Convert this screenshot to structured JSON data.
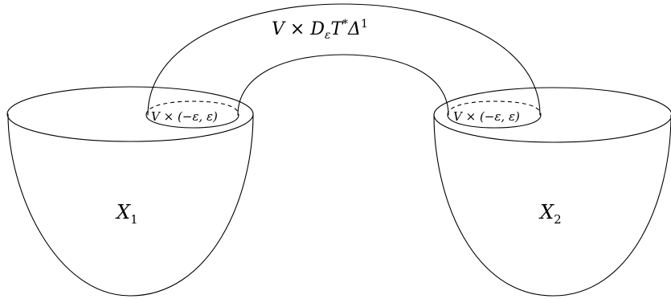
{
  "bridge_label": {
    "V": "V",
    "times": " × ",
    "D": "D",
    "eps": "ε",
    "T": "T",
    "star": "*",
    "Delta": "Δ",
    "one": "1"
  },
  "neck_label": {
    "text_V": "V",
    "times": " × ",
    "interval": "(−ε, ε)"
  },
  "bowl_left": {
    "name": "X",
    "sub": "1"
  },
  "bowl_right": {
    "name": "X",
    "sub": "2"
  }
}
